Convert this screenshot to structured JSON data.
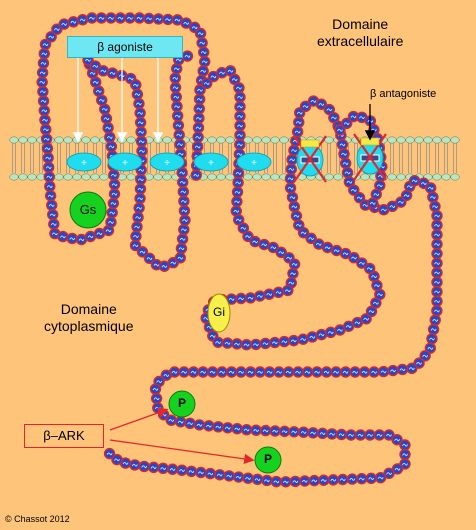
{
  "labels": {
    "extracellular": "Domaine\nextracellulaire",
    "cytoplasmic": "Domaine\ncytoplasmique",
    "agonist": "β agoniste",
    "antagonist": "β antagoniste",
    "gs": "Gs",
    "gi": "Gi",
    "bark": "β–ARK",
    "phospho": "P",
    "plus": "+",
    "minus": "−",
    "copyright": "© Chassot  2012"
  },
  "colors": {
    "background": "#fdc47a",
    "bead_fill": "#2a46c8",
    "bead_outline": "#d42a2a",
    "membrane_head": "#b7e6c0",
    "membrane_tail": "#8a8a8a",
    "receptor_site": "#1fdcee",
    "gs_protein": "#14d21e",
    "gi_protein": "#f5f04a",
    "phospho_site": "#14d21e",
    "inhibit_cross": "#e8242b",
    "agonist_box": "#6de8f2",
    "arrow_red": "#e8242b"
  }
}
